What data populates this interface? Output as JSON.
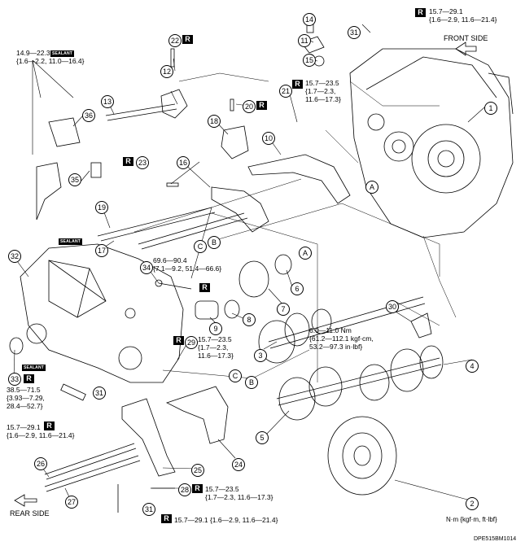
{
  "labels": {
    "front_side": "FRONT SIDE",
    "rear_side": "REAR SIDE",
    "units": "N·m {kgf·m, ft·lbf}",
    "figure_code": "DPE515BM1014",
    "r_mark": "R",
    "sealant_mark": "SEALANT"
  },
  "callouts": [
    "1",
    "2",
    "3",
    "4",
    "5",
    "6",
    "7",
    "8",
    "9",
    "10",
    "11",
    "12",
    "13",
    "14",
    "15",
    "16",
    "17",
    "18",
    "19",
    "20",
    "21",
    "22",
    "23",
    "24",
    "25",
    "26",
    "27",
    "28",
    "29",
    "30",
    "31",
    "32",
    "33",
    "34",
    "35",
    "36"
  ],
  "letters": {
    "a": "A",
    "b": "B",
    "c": "C"
  },
  "torque": {
    "t31_top": "15.7—29.1\n{1.6—2.9, 11.6—21.4}",
    "t21": "15.7—23.5\n{1.7—2.3,\n11.6—17.3}",
    "t_sealant_top": "14.9—22.3\n{1.6—2.2, 11.0—16.4}",
    "t34": "69.6—90.4\n{7.1—9.2, 51.4—66.6}",
    "t29": "15.7—23.5\n{1.7—2.3,\n11.6—17.3}",
    "t30": "6.0—11.0 Nm\n{61.2—112.1 kgf·cm,\n53.2—97.3 in·lbf}",
    "t33": "38.5—71.5\n{3.93—7.29,\n28.4—52.7}",
    "t31_left": "15.7—29.1\n{1.6—2.9, 11.6—21.4}",
    "t28": "15.7—23.5\n{1.7—2.3, 11.6—17.3}",
    "t31_bottom": "15.7—29.1 {1.6—2.9, 11.6—21.4}"
  }
}
